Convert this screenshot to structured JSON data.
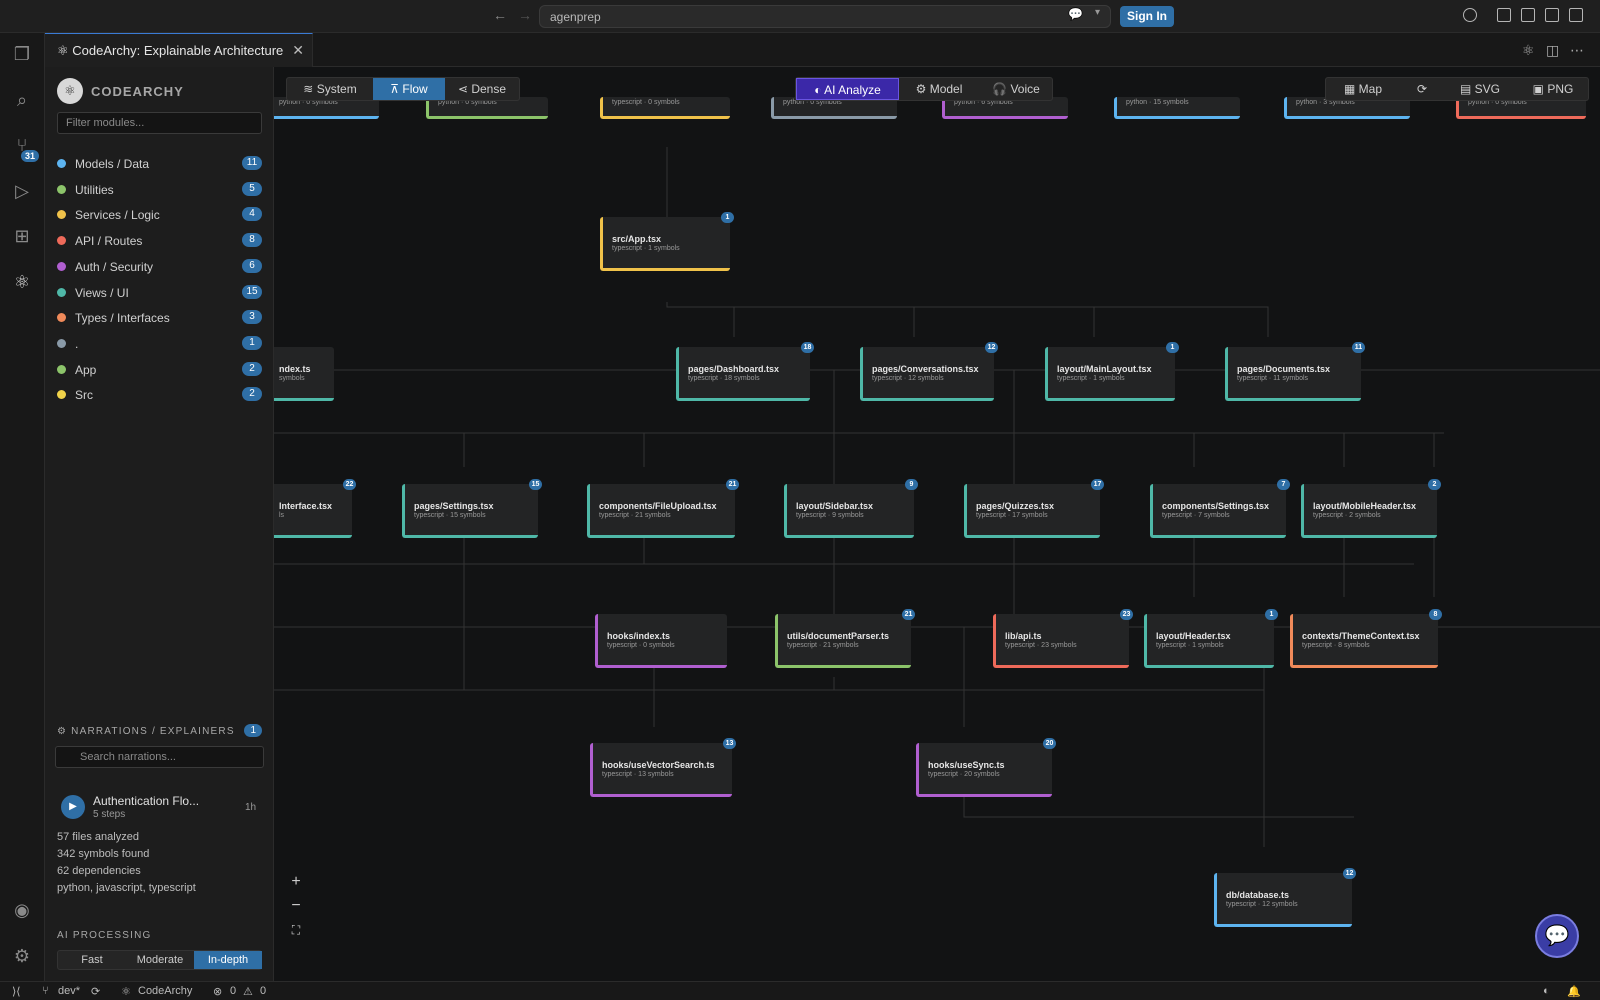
{
  "titlebar": {
    "search_text": "agenprep",
    "signin": "Sign In"
  },
  "tab": {
    "title": "CodeArchy: Explainable Architecture"
  },
  "activity": {
    "scm_badge": "31"
  },
  "sidebar": {
    "brand": "CODEARCHY",
    "filter_placeholder": "Filter modules...",
    "modules": [
      {
        "label": "Models / Data",
        "count": "11",
        "color": "#5db4f0"
      },
      {
        "label": "Utilities",
        "count": "5",
        "color": "#8cc46a"
      },
      {
        "label": "Services / Logic",
        "count": "4",
        "color": "#f0c24a"
      },
      {
        "label": "API / Routes",
        "count": "8",
        "color": "#ee6a5a"
      },
      {
        "label": "Auth / Security",
        "count": "6",
        "color": "#b05fd0"
      },
      {
        "label": "Views / UI",
        "count": "15",
        "color": "#4fb8a8"
      },
      {
        "label": "Types / Interfaces",
        "count": "3",
        "color": "#f08a5a"
      },
      {
        "label": ".",
        "count": "1",
        "color": "#8a9aa8"
      },
      {
        "label": "App",
        "count": "2",
        "color": "#8cc46a"
      },
      {
        "label": "Src",
        "count": "2",
        "color": "#f0d24a"
      }
    ],
    "narrations": {
      "heading": "NARRATIONS / EXPLAINERS",
      "count": "1",
      "search_placeholder": "Search narrations...",
      "item": {
        "title": "Authentication Flo...",
        "steps": "5 steps",
        "time": "1h"
      }
    },
    "stats": [
      "57 files analyzed",
      "342 symbols found",
      "62 dependencies",
      "python, javascript, typescript"
    ],
    "ai_processing": {
      "heading": "AI PROCESSING",
      "options": [
        "Fast",
        "Moderate",
        "In-depth"
      ],
      "selected": "In-depth"
    }
  },
  "toolbar": {
    "views": [
      "System",
      "Flow",
      "Dense"
    ],
    "active_view": "Flow",
    "ai": [
      "AI Analyze",
      "Model",
      "Voice"
    ],
    "exports": [
      "Map",
      "",
      "SVG",
      "PNG"
    ]
  },
  "graph": {
    "nodes": [
      {
        "name": "",
        "meta": "python · 0 symbols",
        "badge": "",
        "color": "#5db4f0"
      },
      {
        "name": "",
        "meta": "python · 0 symbols",
        "badge": "",
        "color": "#8cc46a"
      },
      {
        "name": "",
        "meta": "typescript · 0 symbols",
        "badge": "",
        "color": "#f0c24a"
      },
      {
        "name": "",
        "meta": "python · 0 symbols",
        "badge": "",
        "color": "#8a9aa8"
      },
      {
        "name": "",
        "meta": "python · 6 symbols",
        "badge": "",
        "color": "#b05fd0"
      },
      {
        "name": "",
        "meta": "python · 15 symbols",
        "badge": "",
        "color": "#5db4f0"
      },
      {
        "name": "",
        "meta": "python · 3 symbols",
        "badge": "",
        "color": "#5db4f0"
      },
      {
        "name": "",
        "meta": "python · 0 symbols",
        "badge": "",
        "color": "#ee6a5a"
      },
      {
        "name": "src/App.tsx",
        "meta": "typescript · 1 symbols",
        "badge": "1",
        "color": "#f0c24a"
      },
      {
        "name": "ndex.ts",
        "meta": "symbols",
        "badge": "",
        "color": "#4fb8a8"
      },
      {
        "name": "pages/Dashboard.tsx",
        "meta": "typescript · 18 symbols",
        "badge": "18",
        "color": "#4fb8a8"
      },
      {
        "name": "pages/Conversations.tsx",
        "meta": "typescript · 12 symbols",
        "badge": "12",
        "color": "#4fb8a8"
      },
      {
        "name": "layout/MainLayout.tsx",
        "meta": "typescript · 1 symbols",
        "badge": "1",
        "color": "#4fb8a8"
      },
      {
        "name": "pages/Documents.tsx",
        "meta": "typescript · 11 symbols",
        "badge": "11",
        "color": "#4fb8a8"
      },
      {
        "name": "Interface.tsx",
        "meta": "ls",
        "badge": "22",
        "color": "#4fb8a8"
      },
      {
        "name": "pages/Settings.tsx",
        "meta": "typescript · 15 symbols",
        "badge": "15",
        "color": "#4fb8a8"
      },
      {
        "name": "components/FileUpload.tsx",
        "meta": "typescript · 21 symbols",
        "badge": "21",
        "color": "#4fb8a8"
      },
      {
        "name": "layout/Sidebar.tsx",
        "meta": "typescript · 9 symbols",
        "badge": "9",
        "color": "#4fb8a8"
      },
      {
        "name": "pages/Quizzes.tsx",
        "meta": "typescript · 17 symbols",
        "badge": "17",
        "color": "#4fb8a8"
      },
      {
        "name": "components/Settings.tsx",
        "meta": "typescript · 7 symbols",
        "badge": "7",
        "color": "#4fb8a8"
      },
      {
        "name": "layout/MobileHeader.tsx",
        "meta": "typescript · 2 symbols",
        "badge": "2",
        "color": "#4fb8a8"
      },
      {
        "name": "hooks/index.ts",
        "meta": "typescript · 0 symbols",
        "badge": "",
        "color": "#b05fd0"
      },
      {
        "name": "utils/documentParser.ts",
        "meta": "typescript · 21 symbols",
        "badge": "21",
        "color": "#8cc46a"
      },
      {
        "name": "lib/api.ts",
        "meta": "typescript · 23 symbols",
        "badge": "23",
        "color": "#ee6a5a"
      },
      {
        "name": "layout/Header.tsx",
        "meta": "typescript · 1 symbols",
        "badge": "1",
        "color": "#4fb8a8"
      },
      {
        "name": "contexts/ThemeContext.tsx",
        "meta": "typescript · 8 symbols",
        "badge": "8",
        "color": "#f08a5a"
      },
      {
        "name": "hooks/useVectorSearch.ts",
        "meta": "typescript · 13 symbols",
        "badge": "13",
        "color": "#b05fd0"
      },
      {
        "name": "hooks/useSync.ts",
        "meta": "typescript · 20 symbols",
        "badge": "20",
        "color": "#b05fd0"
      },
      {
        "name": "db/database.ts",
        "meta": "typescript · 12 symbols",
        "badge": "12",
        "color": "#5db4f0"
      }
    ]
  },
  "statusbar": {
    "branch": "dev*",
    "extension": "CodeArchy",
    "errors": "0",
    "warnings": "0"
  }
}
